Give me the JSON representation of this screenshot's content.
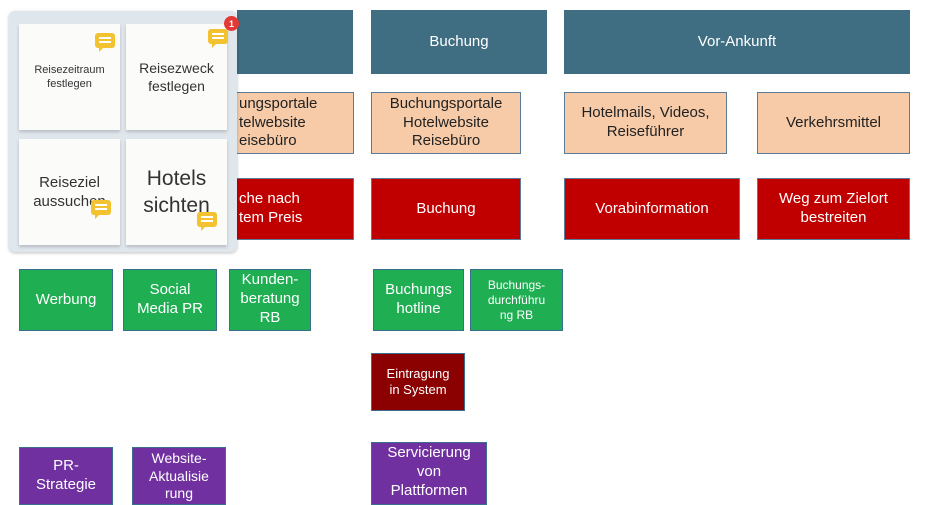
{
  "headers": [
    "Buchung",
    "Vor-Ankunft"
  ],
  "row_peach": [
    "ungsportale\ntelwebsite\neisebüro",
    "Buchungsportale\nHotelwebsite\nReisebüro",
    "Hotelmails, Videos,\nReiseführer",
    "Verkehrsmittel"
  ],
  "row_red": [
    "che nach\ntem Preis",
    "Buchung",
    "Vorabinformation",
    "Weg zum Zielort\nbestreiten"
  ],
  "row_green": [
    "Werbung",
    "Social\nMedia PR",
    "Kunden-\nberatung\nRB",
    "Buchungs\nhotline",
    "Buchungs-\ndurchführu\nng RB"
  ],
  "row_darkred": [
    "Eintragung\nin System"
  ],
  "row_purple": [
    "PR-\nStrategie",
    "Website-\nAktualisie\nrung",
    "Servicierung\nvon\nPlattformen"
  ],
  "sticky_notes": [
    "Reisezeitraum\nfestlegen",
    "Reisezweck\nfestlegen",
    "Reiseziel\naussuchen",
    "Hotels\nsichten"
  ],
  "notification_count": "1",
  "colors": {
    "header": "#3f6e82",
    "touchpoint": "#f7cba8",
    "phase_action": "#c00000",
    "frontstage": "#1fae52",
    "system": "#8b0000",
    "backstage": "#7030a0",
    "comment_badge": "#f2c230"
  }
}
